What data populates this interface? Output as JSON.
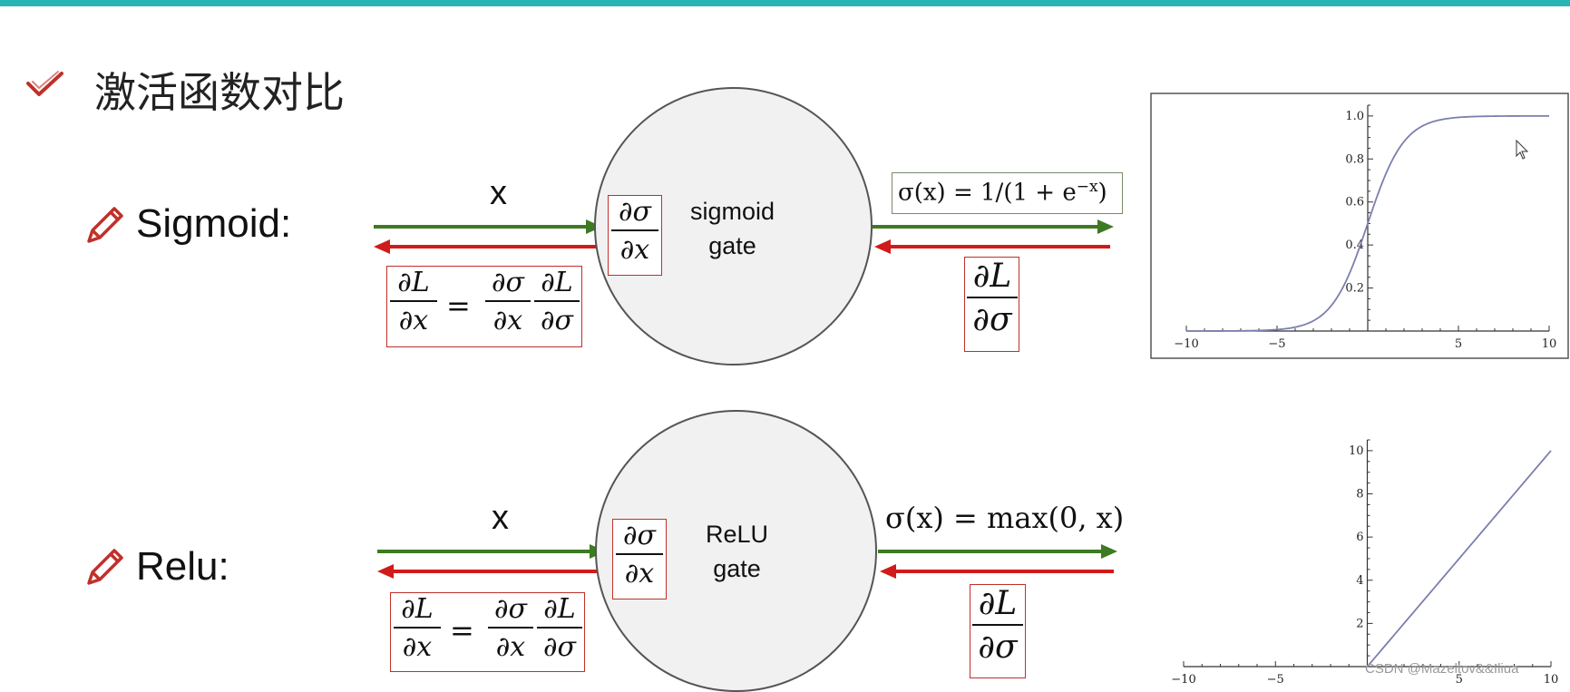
{
  "slide": {
    "title": "激活函数对比",
    "accent_color": "#2ab5b5",
    "check_color": "#c0302a"
  },
  "sigmoid": {
    "label": "Sigmoid:",
    "input_label": "x",
    "gate_line1": "sigmoid",
    "gate_line2": "gate",
    "local_grad": {
      "num": "∂σ",
      "den": "∂x"
    },
    "chain_rule": {
      "lhs": {
        "num": "∂L",
        "den": "∂x"
      },
      "eq": "=",
      "rhs1": {
        "num": "∂σ",
        "den": "∂x"
      },
      "rhs2": {
        "num": "∂L",
        "den": "∂σ"
      }
    },
    "formula": "σ(x) = 1/(1 + e−x)",
    "upstream_grad": {
      "num": "∂L",
      "den": "∂σ"
    }
  },
  "relu": {
    "label": "Relu:",
    "input_label": "x",
    "gate_line1": "ReLU",
    "gate_line2": "gate",
    "local_grad": {
      "num": "∂σ",
      "den": "∂x"
    },
    "chain_rule": {
      "lhs": {
        "num": "∂L",
        "den": "∂x"
      },
      "eq": "=",
      "rhs1": {
        "num": "∂σ",
        "den": "∂x"
      },
      "rhs2": {
        "num": "∂L",
        "den": "∂σ"
      }
    },
    "formula": "σ(x) = max(0, x)",
    "upstream_grad": {
      "num": "∂L",
      "den": "∂σ"
    }
  },
  "arrows": {
    "forward_color": "#3d7a22",
    "backward_color": "#d11a1a"
  },
  "chart_data": [
    {
      "type": "line",
      "name_hint": "sigmoid",
      "xlim": [
        -10,
        10
      ],
      "ylim": [
        0,
        1.05
      ],
      "xticks": [
        -10,
        -5,
        5,
        10
      ],
      "yticks": [
        0.2,
        0.4,
        0.6,
        0.8,
        1.0
      ],
      "xtick_labels": [
        "−10",
        "−5",
        "5",
        "10"
      ],
      "ytick_labels": [
        "0.2",
        "0.4",
        "0.6",
        "0.8",
        "1.0"
      ],
      "line_color": "#7b7fae",
      "function": "sigmoid",
      "x_range": [
        -10,
        10
      ],
      "framed": true
    },
    {
      "type": "line",
      "name_hint": "relu",
      "xlim": [
        -10,
        10
      ],
      "ylim": [
        0,
        10.5
      ],
      "xticks": [
        -10,
        -5,
        5,
        10
      ],
      "yticks": [
        2,
        4,
        6,
        8,
        10
      ],
      "xtick_labels": [
        "−10",
        "−5",
        "5",
        "10"
      ],
      "ytick_labels": [
        "2",
        "4",
        "6",
        "8",
        "10"
      ],
      "line_color": "#7b7fae",
      "function": "relu",
      "x_range": [
        0,
        10
      ],
      "framed": false
    }
  ],
  "watermark": "CSDN @Mazeltov&&Iliua"
}
